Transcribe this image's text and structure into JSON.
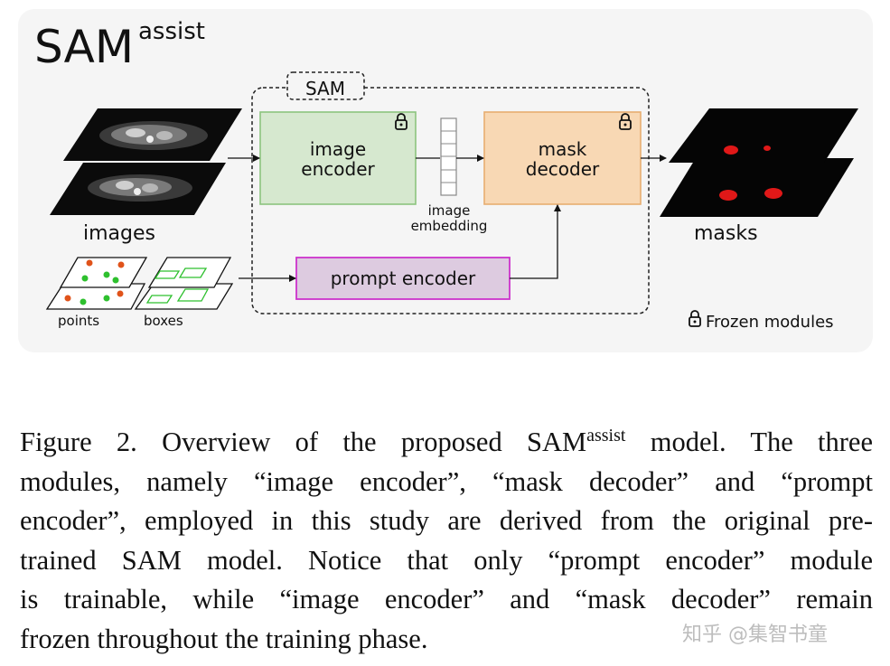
{
  "figure": {
    "title_main": "SAM",
    "title_sup": "assist",
    "sam_group_label": "SAM",
    "image_encoder_label": "image\nencoder",
    "mask_decoder_label": "mask\ndecoder",
    "prompt_encoder_label": "prompt encoder",
    "embedding_label": "image\nembedding",
    "images_label": "images",
    "masks_label": "masks",
    "points_label": "points",
    "boxes_label": "boxes",
    "frozen_label": "Frozen modules",
    "colors": {
      "image_encoder_fill": "#d6e8cf",
      "image_encoder_border": "#8cc47e",
      "mask_decoder_fill": "#f8d8b4",
      "mask_decoder_border": "#e8ad70",
      "prompt_encoder_fill": "#ddcbe0",
      "prompt_encoder_border": "#cc33cc",
      "mask_blob": "#e01818",
      "point_red": "#e0531a",
      "point_green": "#2ec02e",
      "box_green": "#2ec02e"
    }
  },
  "caption": {
    "line1_pre": "Figure 2.  Overview of the proposed SAM",
    "line1_sup": "assist",
    "line1_post": " model.  The three",
    "line2": "modules, namely “image encoder”, “mask decoder” and “prompt",
    "line3": "encoder”, employed in this study are derived from the original pre-",
    "line4": "trained SAM model.  Notice that only “prompt encoder” module",
    "line5": "is trainable, while “image encoder” and “mask decoder” remain",
    "line6": "frozen throughout the training phase."
  },
  "watermark": "知乎 @集智书童"
}
